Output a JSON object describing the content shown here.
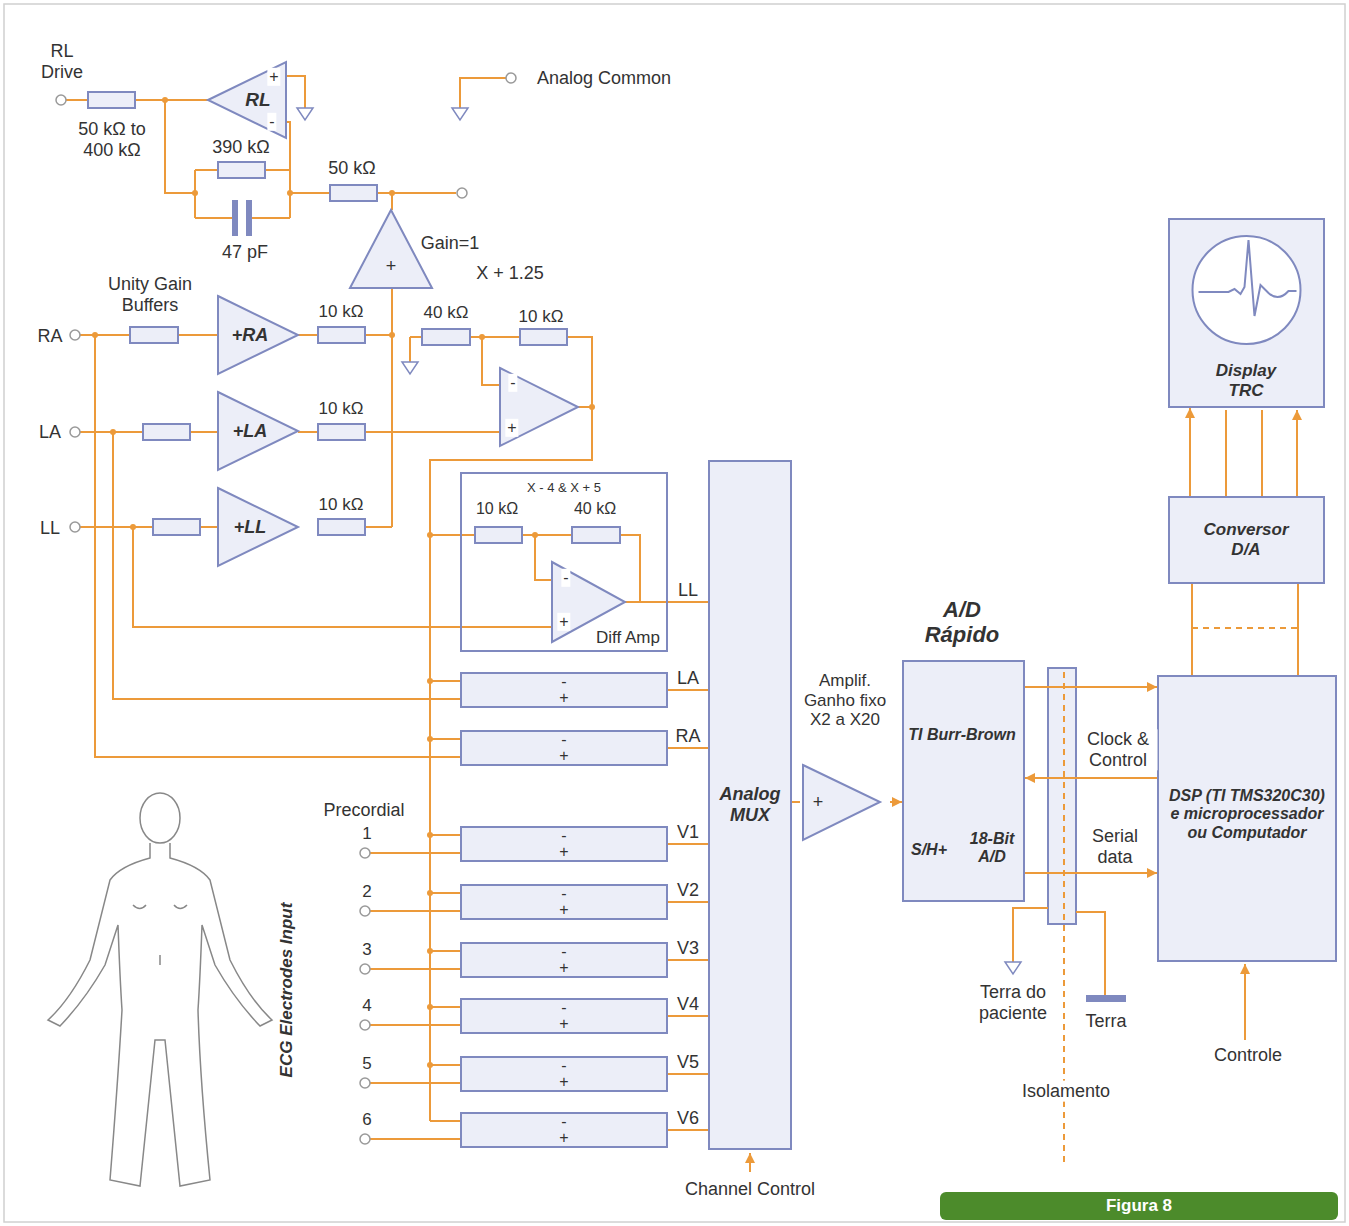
{
  "diagram": {
    "caption": "Figura 8",
    "nodes": [
      {
        "text": [
          "RL"
        ]
      },
      {
        "text": [
          "+"
        ]
      },
      {
        "text": [
          "+RA"
        ]
      },
      {
        "text": [
          "+LA"
        ]
      },
      {
        "text": [
          "+LL"
        ]
      },
      {
        "text": [
          "X - 4 & X + 5",
          "Diff Amp"
        ]
      },
      {
        "text": [
          "-",
          "+"
        ]
      },
      {
        "text": [
          "-",
          "+"
        ]
      },
      {
        "text": [
          "-",
          "+"
        ]
      },
      {
        "text": [
          "-",
          "+"
        ]
      },
      {
        "text": [
          "-",
          "+"
        ]
      },
      {
        "text": [
          "-",
          "+"
        ]
      },
      {
        "text": [
          "-",
          "+"
        ]
      },
      {
        "text": [
          "-",
          "+"
        ]
      },
      {
        "text": [
          "Analog MUX"
        ]
      },
      {
        "text": [
          "Amplif. Ganho fixo X2 a X20",
          "+"
        ]
      },
      {
        "text": [
          "A/D Rápido",
          "TI Burr-Brown",
          "S/H+",
          "18-Bit A/D"
        ]
      },
      {
        "text": [
          "Display TRC"
        ]
      },
      {
        "text": [
          "Conversor D/A"
        ]
      },
      {
        "text": [
          "DSP (TI TMS320C30) e microprocessador ou Computador"
        ]
      }
    ],
    "edges": [
      {
        "from": 5,
        "to": 14,
        "arrow": "none",
        "label": "LL"
      },
      {
        "from": 6,
        "to": 14,
        "arrow": "none",
        "label": "LA"
      },
      {
        "from": 7,
        "to": 14,
        "arrow": "none",
        "label": "RA"
      },
      {
        "from": 8,
        "to": 14,
        "arrow": "none",
        "label": "V1"
      },
      {
        "from": 9,
        "to": 14,
        "arrow": "none",
        "label": "V2"
      },
      {
        "from": 10,
        "to": 14,
        "arrow": "none",
        "label": "V3"
      },
      {
        "from": 11,
        "to": 14,
        "arrow": "none",
        "label": "V4"
      },
      {
        "from": 12,
        "to": 14,
        "arrow": "none",
        "label": "V5"
      },
      {
        "from": 13,
        "to": 14,
        "arrow": "none",
        "label": "V6"
      },
      {
        "from": 14,
        "to": 15,
        "arrow": "none"
      },
      {
        "from": 15,
        "to": 16,
        "arrow": "to"
      },
      {
        "from": 16,
        "to": 19,
        "arrow": "to"
      },
      {
        "from": 19,
        "to": 16,
        "arrow": "to",
        "label": "Clock & Control"
      },
      {
        "from": 16,
        "to": 19,
        "arrow": "to",
        "label": "Serial data"
      },
      {
        "from": 19,
        "to": 18,
        "arrow": "none"
      },
      {
        "from": 18,
        "to": 17,
        "arrow": "to"
      }
    ],
    "labels": [
      "RL Drive",
      "50 kΩ to 400 kΩ",
      "390 kΩ",
      "47 pF",
      "50 kΩ",
      "Analog Common",
      "Gain=1",
      "X + 1.25",
      "Unity Gain Buffers",
      "RA",
      "LA",
      "LL",
      "10 kΩ",
      "10 kΩ",
      "10 kΩ",
      "40 kΩ",
      "10 kΩ",
      "-",
      "+",
      "+",
      "-",
      "10 kΩ",
      "40 kΩ",
      "-",
      "+",
      "Precordial",
      "1",
      "2",
      "3",
      "4",
      "5",
      "6",
      "ECG Electrodes Input",
      "Channel Control",
      "Terra do paciente",
      "Terra",
      "Isolamento",
      "Controle"
    ]
  }
}
